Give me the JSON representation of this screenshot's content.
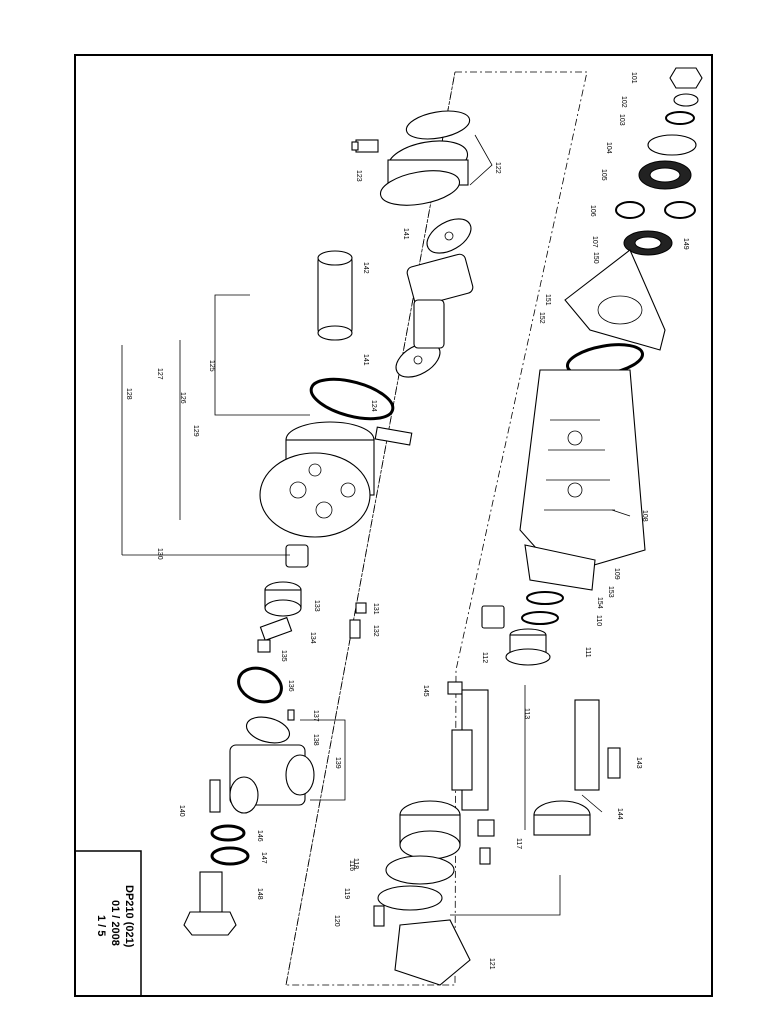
{
  "title_block": {
    "line1": "DP210  (021)",
    "line2": "01 / 2008",
    "line3": "1 / 5"
  },
  "part_labels": [
    "101",
    "102",
    "103",
    "104",
    "105",
    "106",
    "107",
    "108",
    "109",
    "110",
    "111",
    "112",
    "113",
    "116",
    "117",
    "118",
    "119",
    "120",
    "121",
    "122",
    "123",
    "124",
    "125",
    "126",
    "127",
    "128",
    "129",
    "130",
    "131",
    "132",
    "133",
    "134",
    "135",
    "136",
    "137",
    "138",
    "139",
    "140",
    "141",
    "141",
    "142",
    "143",
    "144",
    "145",
    "146",
    "147",
    "148",
    "149",
    "150",
    "151",
    "152",
    "153",
    "154"
  ]
}
